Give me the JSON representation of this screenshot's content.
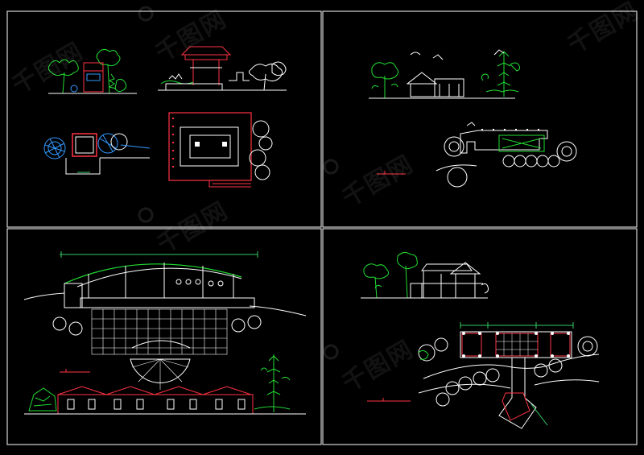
{
  "drawing": {
    "background": "#000000",
    "frame_color": "#ffffff",
    "colors": {
      "tree": "#22dd33",
      "structure": "#ff3344",
      "outline": "#ffffff",
      "plan_tree": "#3399ff",
      "dimension": "#33cc66",
      "accent": "#ffff55"
    },
    "sheets": [
      {
        "id": "pavilion-sheet",
        "title": ""
      },
      {
        "id": "corridor-sheet",
        "title": ""
      },
      {
        "id": "building-sheet",
        "title": ""
      },
      {
        "id": "bridge-sheet",
        "title": ""
      }
    ]
  },
  "watermark": {
    "text": "千图网",
    "logo": "logo-icon"
  }
}
